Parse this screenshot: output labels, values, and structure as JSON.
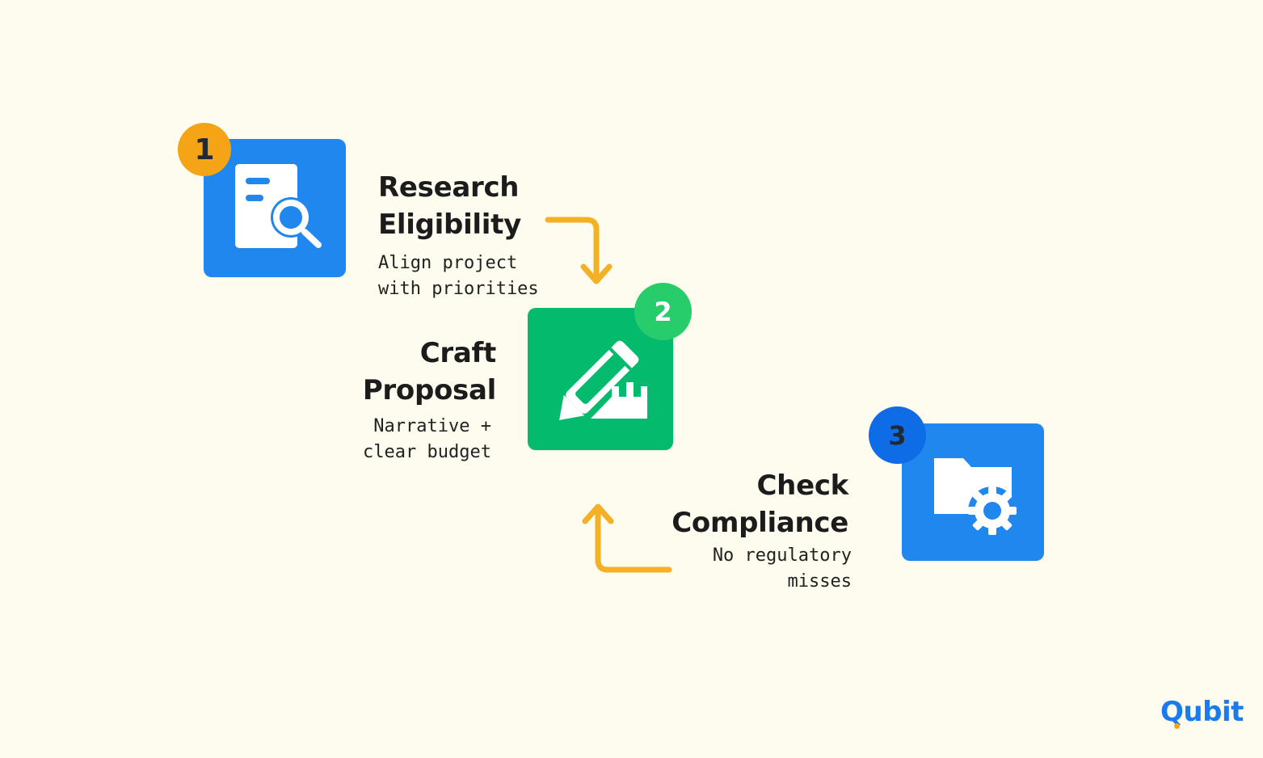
{
  "colors": {
    "background": "#fdfcee",
    "tile_blue": "#1f87ee",
    "tile_green": "#04bb6d",
    "badge_orange": "#f4a414",
    "badge_green": "#27cd6b",
    "badge_blue": "#0d6ce6",
    "arrow": "#f5b125",
    "brand": "#1a7bee",
    "brand_dot": "#f2a516"
  },
  "steps": [
    {
      "number": "1",
      "title_lines": [
        "Research",
        "Eligibility"
      ],
      "subtitle_lines": [
        "Align project",
        "with priorities"
      ],
      "icon": "document-search-icon"
    },
    {
      "number": "2",
      "title_lines": [
        "Craft",
        "Proposal"
      ],
      "subtitle_lines": [
        "Narrative +",
        "clear budget"
      ],
      "icon": "pencil-ruler-icon"
    },
    {
      "number": "3",
      "title_lines": [
        "Check",
        "Compliance"
      ],
      "subtitle_lines": [
        "No regulatory",
        "misses"
      ],
      "icon": "folder-gear-icon"
    }
  ],
  "arrows": [
    {
      "from": "1",
      "to": "2",
      "icon": "bent-arrow-down-icon"
    },
    {
      "from": "3",
      "to": "2",
      "icon": "bent-arrow-up-icon"
    }
  ],
  "brand": {
    "name": "Qubit"
  }
}
